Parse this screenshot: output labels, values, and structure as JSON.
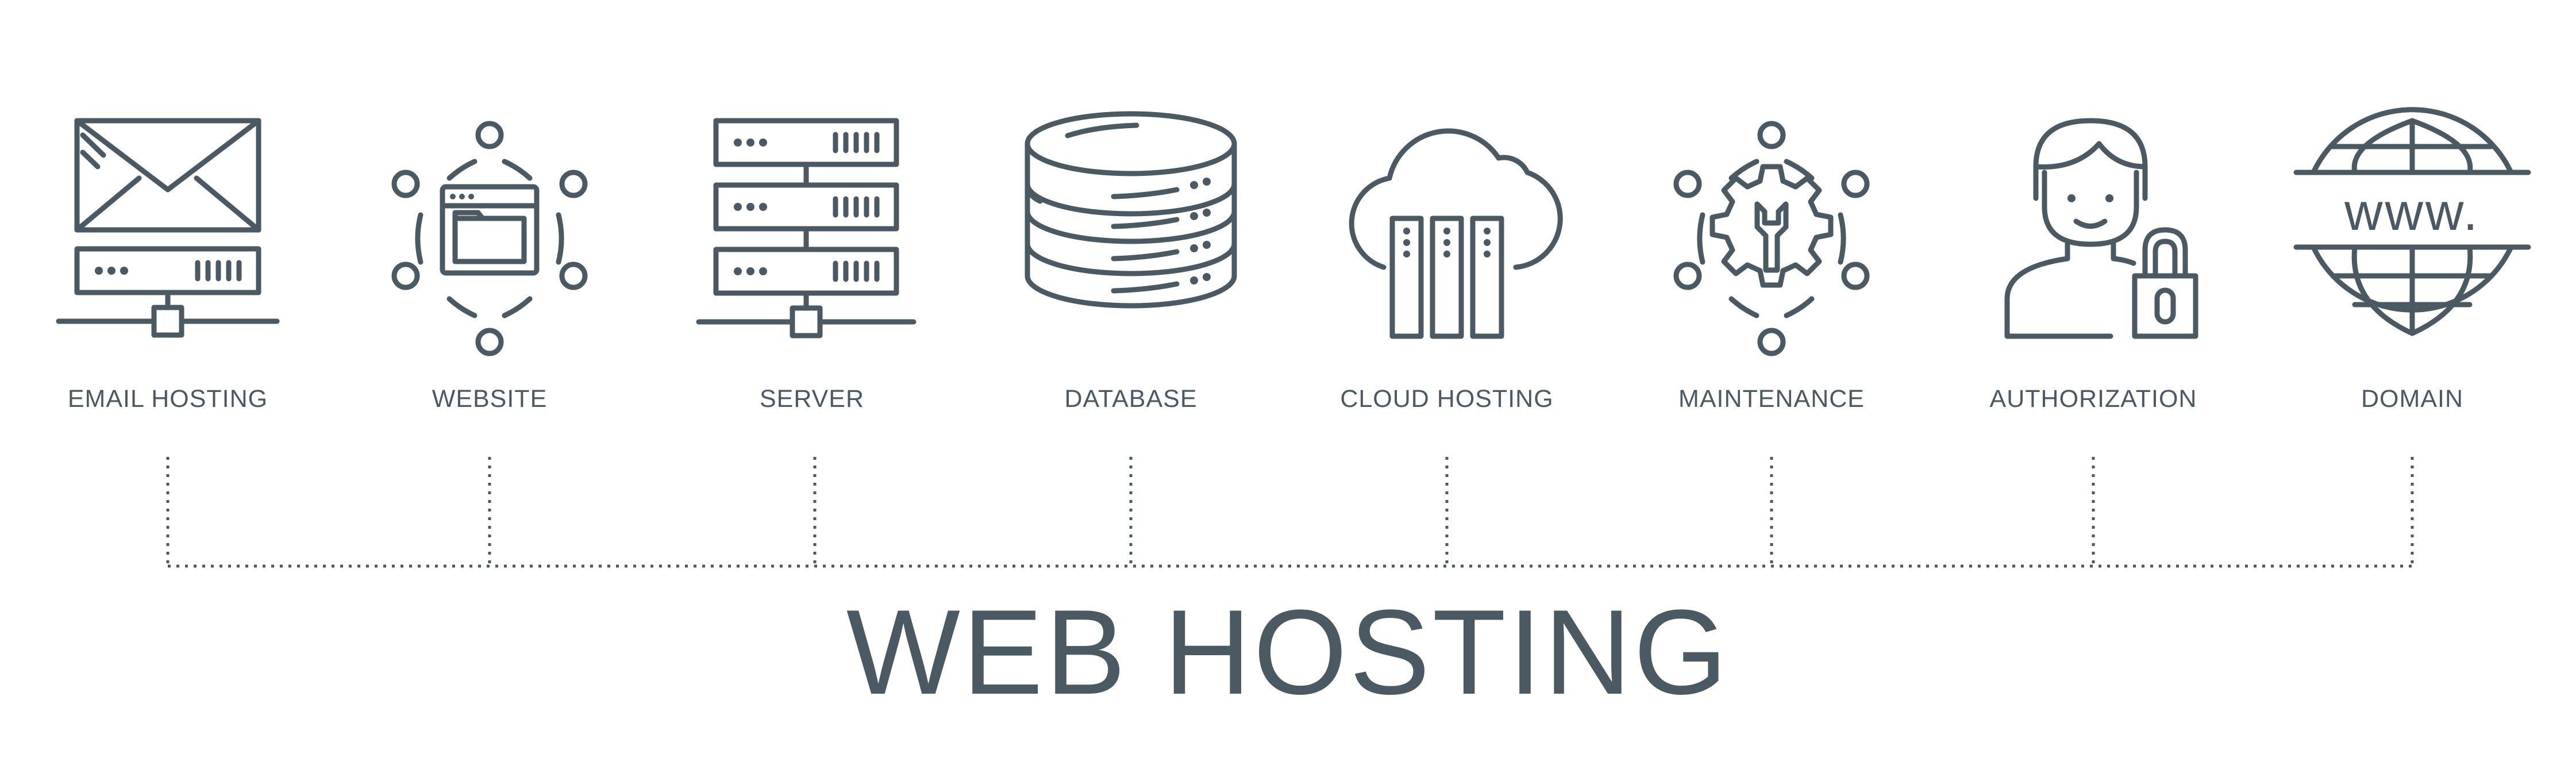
{
  "title": "WEB HOSTING",
  "accent_color": "#4a5962",
  "items": [
    {
      "label": "EMAIL HOSTING",
      "icon": "email-server-icon"
    },
    {
      "label": "WEBSITE",
      "icon": "website-network-icon"
    },
    {
      "label": "SERVER",
      "icon": "server-rack-icon"
    },
    {
      "label": "DATABASE",
      "icon": "database-icon"
    },
    {
      "label": "CLOUD HOSTING",
      "icon": "cloud-server-icon"
    },
    {
      "label": "MAINTENANCE",
      "icon": "gear-wrench-icon"
    },
    {
      "label": "AUTHORIZATION",
      "icon": "user-lock-icon"
    },
    {
      "label": "DOMAIN",
      "icon": "globe-www-icon"
    }
  ],
  "domain_text": "www."
}
